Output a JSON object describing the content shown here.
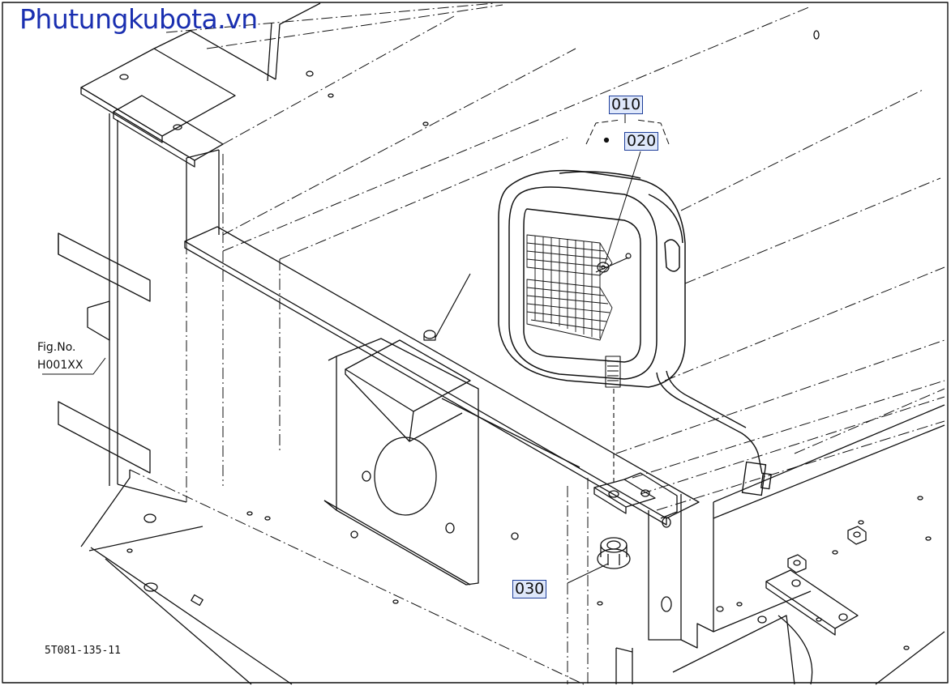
{
  "watermark": "Phutungkubota.vn",
  "callouts": {
    "part_010": "010",
    "part_020": "020",
    "part_030": "030"
  },
  "figure_reference": {
    "line1": "Fig.No.",
    "line2": "H001XX"
  },
  "drawing_number": "5T081-135-11",
  "colors": {
    "line": "#111111",
    "watermark": "#1a2fb0",
    "callout_fill": "#dfe8fb",
    "callout_border": "#1f3f9a"
  }
}
